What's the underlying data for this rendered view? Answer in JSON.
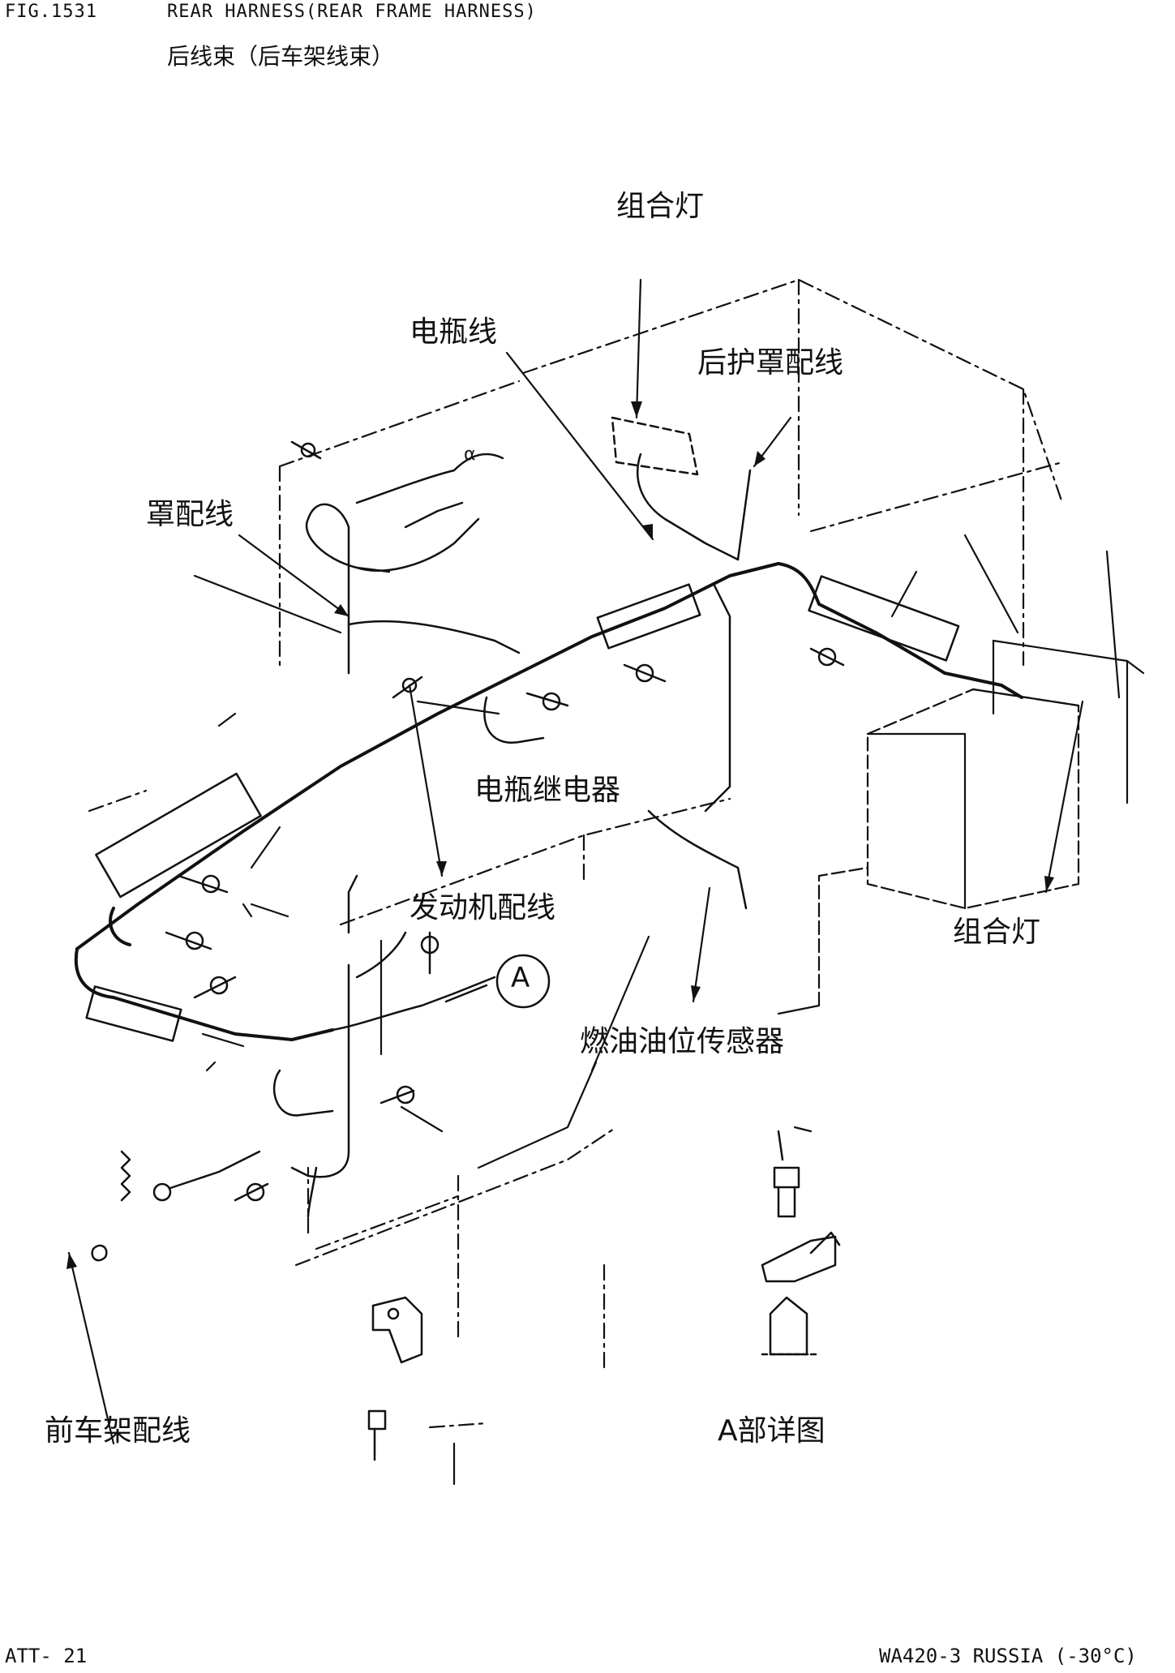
{
  "header": {
    "fig_no": "FIG.1531",
    "title_en": "REAR HARNESS(REAR FRAME HARNESS)",
    "title_cn": "后线束（后车架线束）"
  },
  "labels": {
    "combination_lamp_top": "组合灯",
    "battery_cable": "电瓶线",
    "rear_guard_wiring": "后护罩配线",
    "guard_wiring": "罩配线",
    "battery_relay": "电瓶继电器",
    "engine_wiring": "发动机配线",
    "combination_lamp_right": "组合灯",
    "fuel_level_sensor": "燃油油位传感器",
    "front_frame_wiring": "前车架配线",
    "detail_a": "A部详图",
    "callout_a": "A",
    "small_a": "α"
  },
  "footer": {
    "page_ref": "ATT- 21",
    "model": "WA420-3 RUSSIA (-30°C)"
  },
  "colors": {
    "ink": "#111111",
    "paper": "#ffffff"
  }
}
